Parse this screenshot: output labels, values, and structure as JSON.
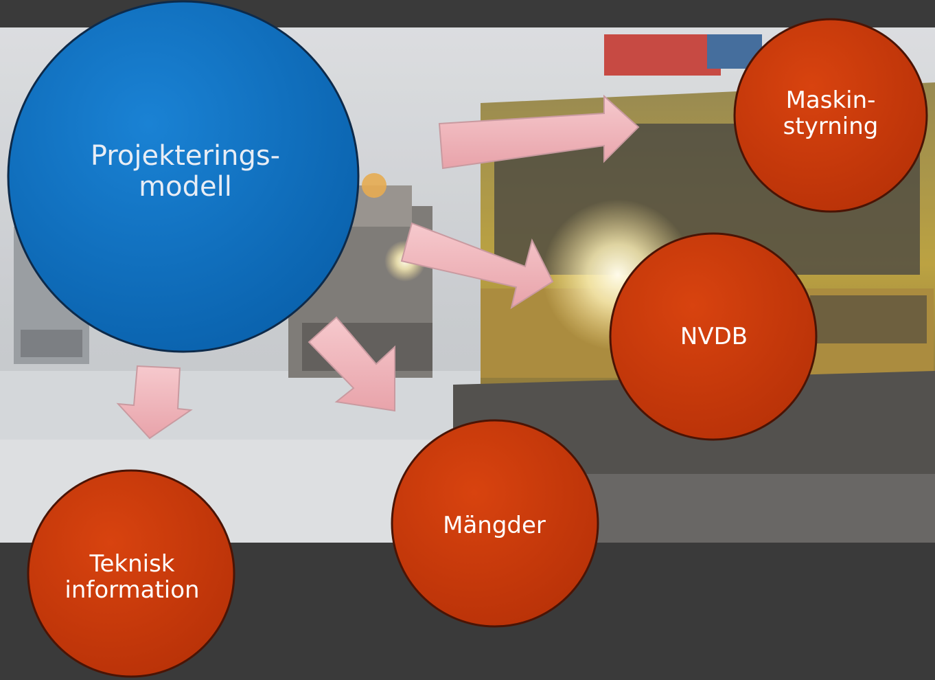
{
  "diagram": {
    "center_node": {
      "label": "Projekterings-\nmodell",
      "color": "#0d6fc0"
    },
    "outputs": [
      {
        "id": "maskin",
        "label": "Maskin-\nstyrning",
        "color": "#cc3a0b"
      },
      {
        "id": "nvdb",
        "label": "NVDB",
        "color": "#cc3a0b"
      },
      {
        "id": "mangder",
        "label": "Mängder",
        "color": "#cc3a0b"
      },
      {
        "id": "teknisk",
        "label": "Teknisk\ninformation",
        "color": "#cc3a0b"
      }
    ],
    "arrow_color": "#f0b6bc",
    "background_photo": "snowplow-truck-winter-road"
  }
}
